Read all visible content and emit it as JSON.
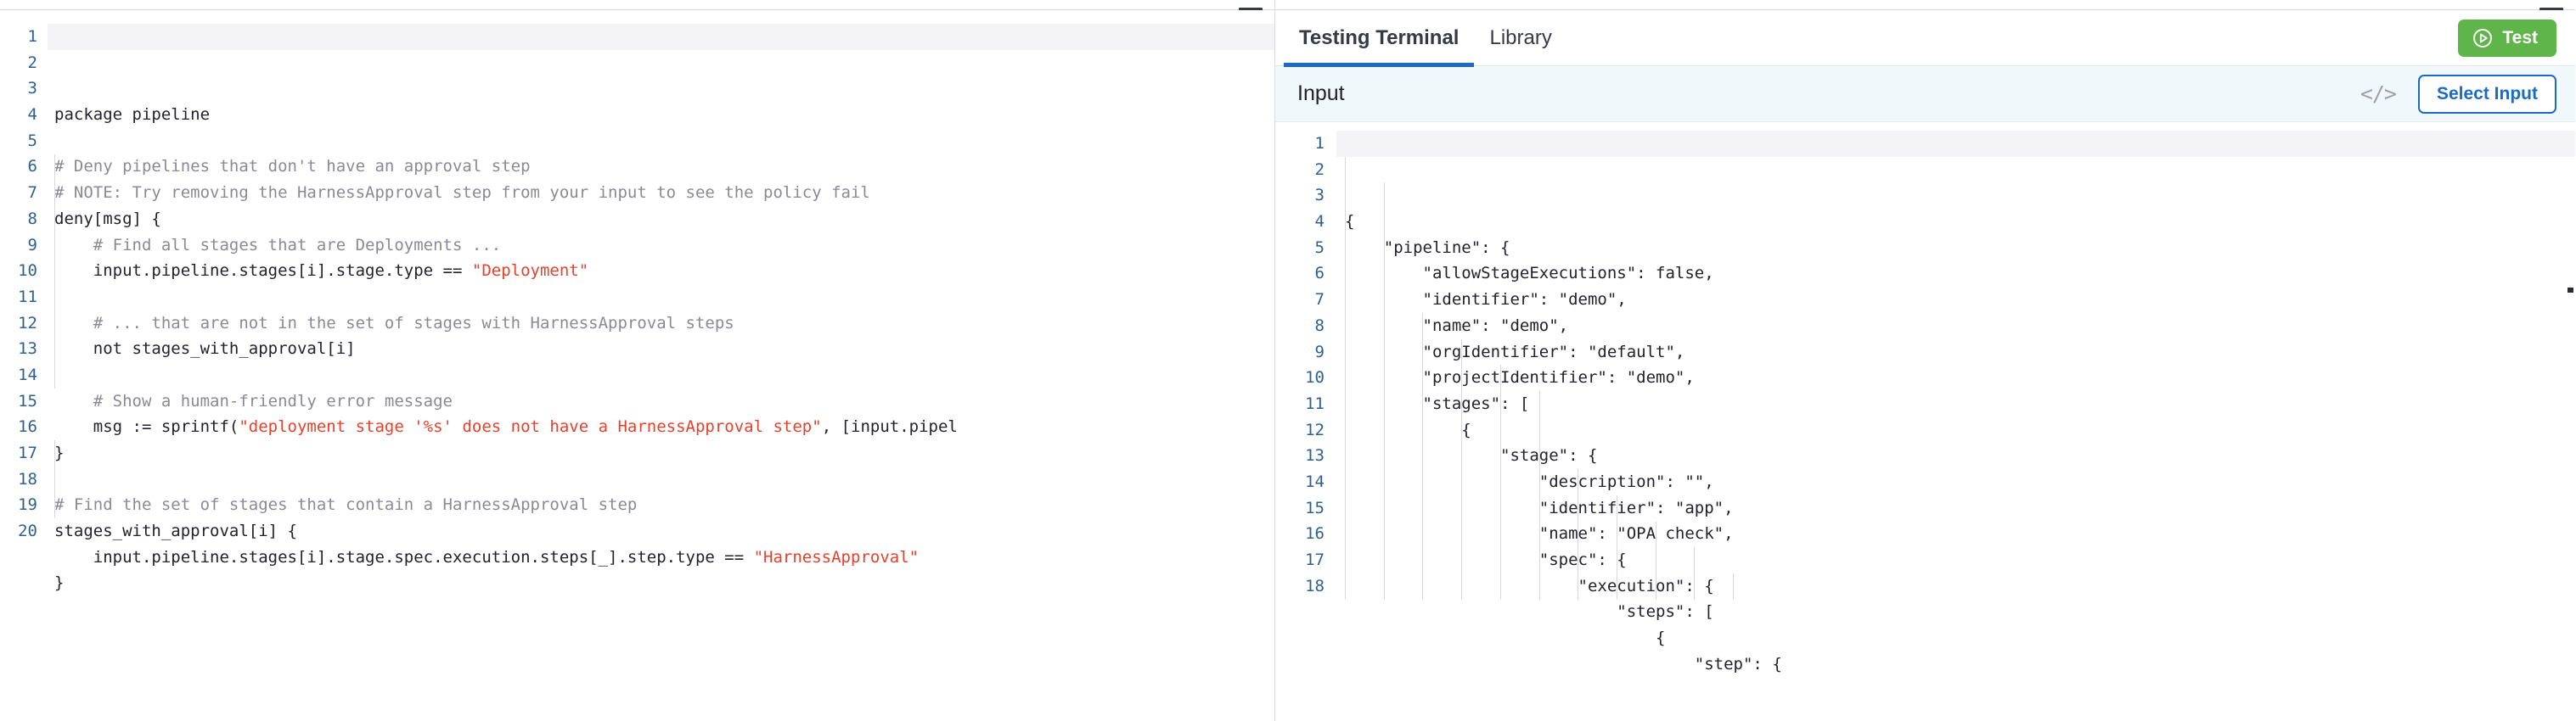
{
  "editor": {
    "language": "rego",
    "minimize_icon": "minimize-icon",
    "lines": [
      {
        "n": "1",
        "tokens": [
          {
            "t": "package pipeline",
            "k": "plain"
          }
        ]
      },
      {
        "n": "2",
        "tokens": []
      },
      {
        "n": "3",
        "tokens": [
          {
            "t": "# Deny pipelines that don't have an approval step",
            "k": "comment"
          }
        ]
      },
      {
        "n": "4",
        "tokens": [
          {
            "t": "# NOTE: Try removing the HarnessApproval step from your input to see the policy fail",
            "k": "comment"
          }
        ]
      },
      {
        "n": "5",
        "tokens": [
          {
            "t": "deny[msg] {",
            "k": "plain"
          }
        ]
      },
      {
        "n": "6",
        "tokens": [
          {
            "t": "    # Find all stages that are Deployments ...",
            "k": "comment"
          }
        ]
      },
      {
        "n": "7",
        "tokens": [
          {
            "t": "    input.pipeline.stages[i].stage.type == ",
            "k": "plain"
          },
          {
            "t": "\"Deployment\"",
            "k": "string"
          }
        ]
      },
      {
        "n": "8",
        "tokens": []
      },
      {
        "n": "9",
        "tokens": [
          {
            "t": "    # ... that are not in the set of stages with HarnessApproval steps",
            "k": "comment"
          }
        ]
      },
      {
        "n": "10",
        "tokens": [
          {
            "t": "    not stages_with_approval[i]",
            "k": "plain"
          }
        ]
      },
      {
        "n": "11",
        "tokens": []
      },
      {
        "n": "12",
        "tokens": [
          {
            "t": "    # Show a human-friendly error message",
            "k": "comment"
          }
        ]
      },
      {
        "n": "13",
        "tokens": [
          {
            "t": "    msg := sprintf(",
            "k": "plain"
          },
          {
            "t": "\"deployment stage '%s' does not have a HarnessApproval step\"",
            "k": "string"
          },
          {
            "t": ", [input.pipel",
            "k": "plain"
          }
        ]
      },
      {
        "n": "14",
        "tokens": [
          {
            "t": "}",
            "k": "plain"
          }
        ]
      },
      {
        "n": "15",
        "tokens": []
      },
      {
        "n": "16",
        "tokens": [
          {
            "t": "# Find the set of stages that contain a HarnessApproval step",
            "k": "comment"
          }
        ]
      },
      {
        "n": "17",
        "tokens": [
          {
            "t": "stages_with_approval[i] {",
            "k": "plain"
          }
        ]
      },
      {
        "n": "18",
        "tokens": [
          {
            "t": "    input.pipeline.stages[i].stage.spec.execution.steps[_].step.type == ",
            "k": "plain"
          },
          {
            "t": "\"HarnessApproval\"",
            "k": "string"
          }
        ]
      },
      {
        "n": "19",
        "tokens": [
          {
            "t": "}",
            "k": "plain"
          }
        ]
      },
      {
        "n": "20",
        "tokens": []
      }
    ]
  },
  "terminal": {
    "tabs": [
      {
        "label": "Testing Terminal",
        "active": true
      },
      {
        "label": "Library",
        "active": false
      }
    ],
    "test_button": {
      "label": "Test",
      "icon": "play-circle-icon",
      "color": "#5fb44a"
    },
    "input_panel": {
      "title": "Input",
      "code_toggle_icon": "code-brackets-icon",
      "code_toggle_glyph": "</>",
      "select_input_label": "Select Input",
      "accent_color": "#1b6bc6",
      "lines": [
        {
          "n": "1",
          "text": "{"
        },
        {
          "n": "2",
          "text": "    \"pipeline\": {"
        },
        {
          "n": "3",
          "text": "        \"allowStageExecutions\": false,"
        },
        {
          "n": "4",
          "text": "        \"identifier\": \"demo\","
        },
        {
          "n": "5",
          "text": "        \"name\": \"demo\","
        },
        {
          "n": "6",
          "text": "        \"orgIdentifier\": \"default\","
        },
        {
          "n": "7",
          "text": "        \"projectIdentifier\": \"demo\","
        },
        {
          "n": "8",
          "text": "        \"stages\": ["
        },
        {
          "n": "9",
          "text": "            {"
        },
        {
          "n": "10",
          "text": "                \"stage\": {"
        },
        {
          "n": "11",
          "text": "                    \"description\": \"\","
        },
        {
          "n": "12",
          "text": "                    \"identifier\": \"app\","
        },
        {
          "n": "13",
          "text": "                    \"name\": \"OPA check\","
        },
        {
          "n": "14",
          "text": "                    \"spec\": {"
        },
        {
          "n": "15",
          "text": "                        \"execution\": {"
        },
        {
          "n": "16",
          "text": "                            \"steps\": ["
        },
        {
          "n": "17",
          "text": "                                {"
        },
        {
          "n": "18",
          "text": "                                    \"step\": {"
        }
      ]
    },
    "minimize_icon": "minimize-icon"
  }
}
